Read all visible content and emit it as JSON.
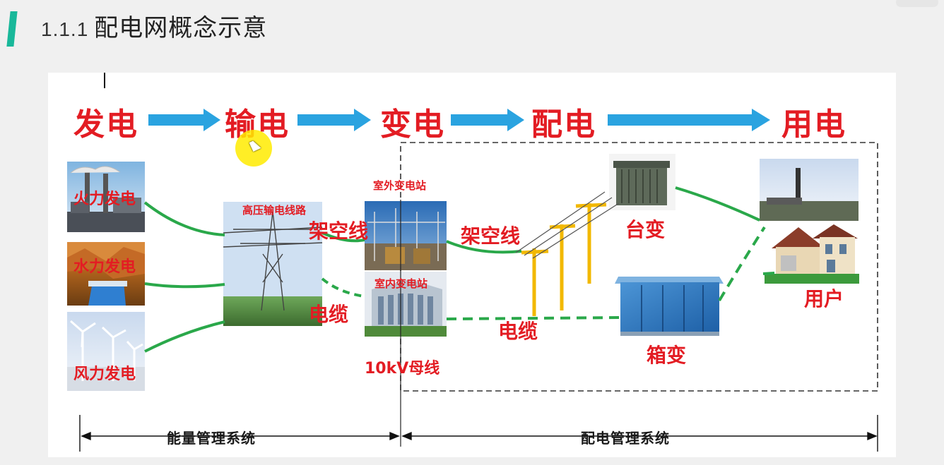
{
  "slide": {
    "number": "1.1.1",
    "title": "配电网概念示意"
  },
  "stages": {
    "generation": "发电",
    "transmission": "输电",
    "transformation": "变电",
    "distribution": "配电",
    "consumption": "用电"
  },
  "labels": {
    "thermal": "火力发电",
    "hydro": "水力发电",
    "wind": "风力发电",
    "hv_line": "高压输电线路",
    "overhead_1": "架空线",
    "cable_1": "电缆",
    "outdoor_sub": "室外变电站",
    "indoor_sub": "室内变电站",
    "bus": "10kV母线",
    "overhead_2": "架空线",
    "cable_2": "电缆",
    "pole_transformer": "台变",
    "box_transformer": "箱变",
    "user": "用户"
  },
  "footer": {
    "ems": "能量管理系统",
    "dms": "配电管理系统"
  },
  "colors": {
    "accent": "#e31c23",
    "arrow": "#2aa3e0",
    "line_green": "#2aa84a",
    "pole_yellow": "#f2b800",
    "title_bar": "#19b89a"
  }
}
